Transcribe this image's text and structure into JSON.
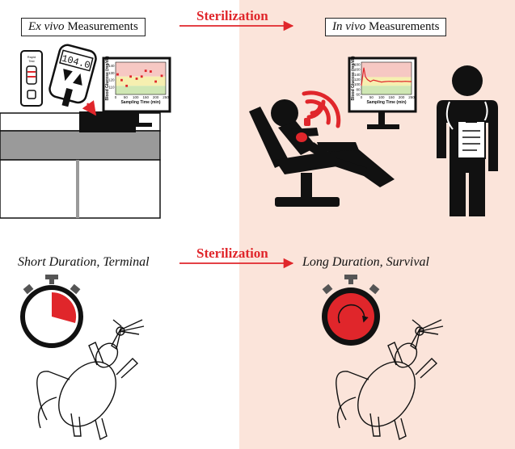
{
  "panels": {
    "ex_vivo": {
      "em": "Ex vivo",
      "rest": " Measurements"
    },
    "in_vivo": {
      "em": "In vivo",
      "rest": " Measurements"
    }
  },
  "arrows": {
    "top": "Sterilization",
    "bottom": "Sterilization"
  },
  "captions": {
    "left": "Short Duration, Terminal",
    "right": "Long Duration, Survival"
  },
  "meter": {
    "reading": "104.0",
    "strip_label_1": "Rapid",
    "strip_label_2": "Test"
  },
  "colors": {
    "accent": "#e0262b",
    "right_bg": "#fbe4da",
    "dark": "#1a1a1a"
  },
  "chart_data": [
    {
      "type": "scatter",
      "xlabel": "Sampling Time (min)",
      "ylabel": "Blood Glucose (mg/dL)",
      "x_ticks": [
        "0",
        "50",
        "100",
        "150",
        "200",
        "250"
      ],
      "y_ticks": [
        "110",
        "120",
        "130",
        "140"
      ],
      "xlim": [
        0,
        250
      ],
      "ylim": [
        100,
        145
      ],
      "bands": [
        {
          "from": 125,
          "to": 145,
          "color": "#f6c8c3"
        },
        {
          "from": 112,
          "to": 125,
          "color": "#f6efb0"
        },
        {
          "from": 100,
          "to": 112,
          "color": "#cfe7b4"
        }
      ],
      "points": [
        [
          10,
          128
        ],
        [
          30,
          120
        ],
        [
          55,
          112
        ],
        [
          75,
          125
        ],
        [
          105,
          122
        ],
        [
          130,
          125
        ],
        [
          150,
          133
        ],
        [
          175,
          132
        ],
        [
          200,
          118
        ],
        [
          230,
          126
        ]
      ]
    },
    {
      "type": "line",
      "xlabel": "Sampling Time (min)",
      "ylabel": "Blood Glucose (mg/dL)",
      "x_ticks": [
        "0",
        "50",
        "100",
        "150",
        "200",
        "250"
      ],
      "y_ticks": [
        "60",
        "80",
        "100",
        "120",
        "140",
        "160",
        "180"
      ],
      "xlim": [
        0,
        250
      ],
      "ylim": [
        60,
        190
      ],
      "bands": [
        {
          "from": 130,
          "to": 190,
          "color": "#f6c8c3"
        },
        {
          "from": 95,
          "to": 130,
          "color": "#f6efb0"
        },
        {
          "from": 60,
          "to": 95,
          "color": "#cfe7b4"
        }
      ],
      "x": [
        0,
        12,
        20,
        30,
        45,
        60,
        80,
        100,
        120,
        140,
        160,
        180,
        200,
        220,
        240,
        250
      ],
      "y": [
        95,
        168,
        132,
        120,
        112,
        118,
        114,
        110,
        112,
        113,
        112,
        113,
        112,
        113,
        112,
        112
      ]
    }
  ]
}
